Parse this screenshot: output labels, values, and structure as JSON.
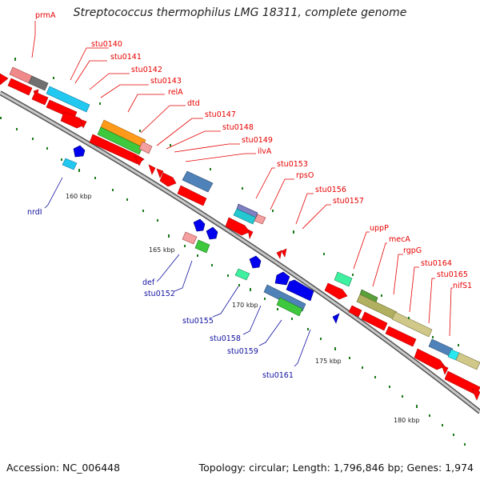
{
  "header": {
    "title": "Streptococcus thermophilus LMG 18311, complete genome"
  },
  "footer": {
    "accession": "Accession: NC_006448",
    "summary": "Topology: circular; Length: 1,796,846 bp; Genes: 1,974"
  },
  "colors": {
    "forward_label": "#e60000",
    "reverse_label": "#1010a0",
    "backbone": "#8a8a8a",
    "tick_dot": "#1b7a1b",
    "forward_gene": "#ff0000",
    "reverse_gene": "#0000ee"
  },
  "ruler": [
    "160 kbp",
    "165 kbp",
    "170 kbp",
    "175 kbp",
    "180 kbp"
  ],
  "forward_labels": [
    "prmA",
    "stu0140",
    "stu0141",
    "stu0142",
    "stu0143",
    "relA",
    "dtd",
    "stu0147",
    "stu0148",
    "stu0149",
    "ilvA",
    "stu0153",
    "rpsO",
    "stu0156",
    "stu0157",
    "uppP",
    "mecA",
    "rgpG",
    "stu0164",
    "stu0165",
    "nifS1"
  ],
  "reverse_labels": [
    "nrdI",
    "def",
    "stu0152",
    "stu0155",
    "stu0158",
    "stu0159",
    "stu0161"
  ]
}
